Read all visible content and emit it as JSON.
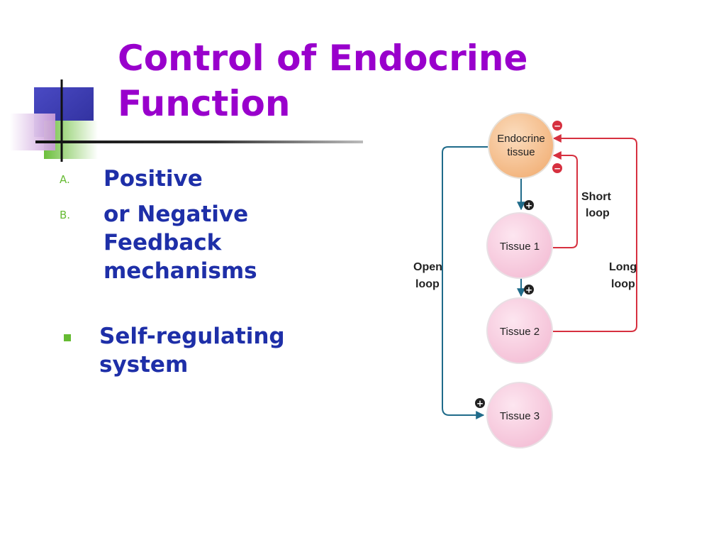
{
  "slide": {
    "title_line1": "Control of Endocrine",
    "title_line2": "Function"
  },
  "bullets": [
    {
      "marker": "A.",
      "text_lines": [
        "Positive"
      ]
    },
    {
      "marker": "B.",
      "text_lines": [
        "or Negative",
        "Feedback",
        "mechanisms"
      ]
    },
    {
      "marker": "square",
      "text_lines": [
        "Self-regulating",
        "system"
      ]
    }
  ],
  "diagram": {
    "nodes": {
      "endocrine": [
        "Endocrine",
        "tissue"
      ],
      "tissue1": "Tissue 1",
      "tissue2": "Tissue 2",
      "tissue3": "Tissue 3"
    },
    "labels": {
      "short_loop": [
        "Short",
        "loop"
      ],
      "long_loop": [
        "Long",
        "loop"
      ],
      "open_loop": [
        "Open",
        "loop"
      ]
    },
    "signs": {
      "plus": "+",
      "minus": "−"
    },
    "colors": {
      "endocrine_fill": "#f7c79a",
      "tissue_fill": "#f9d3e4",
      "negative_arrow": "#d6303f",
      "open_arrow": "#1f6b8a",
      "title": "#9900cc",
      "bullet_text": "#1e2fa8",
      "bullet_marker": "#66bb33"
    }
  }
}
